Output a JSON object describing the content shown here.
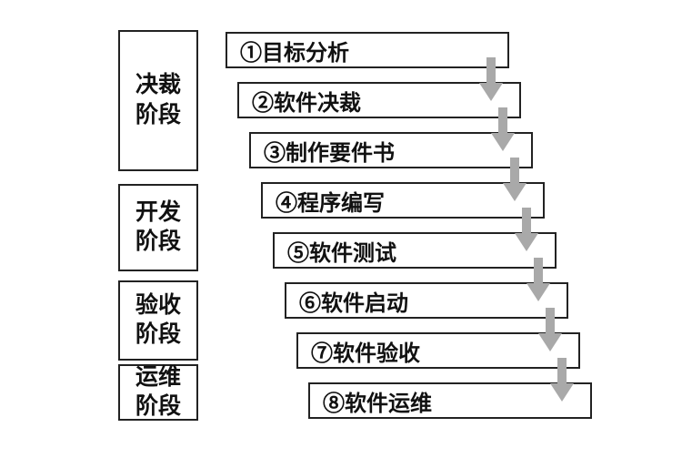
{
  "diagram": {
    "title": "software-lifecycle-cascade",
    "phases": [
      {
        "label": "决裁\n阶段"
      },
      {
        "label": "开发\n阶段"
      },
      {
        "label": "验收\n阶段"
      },
      {
        "label": "运维\n阶段"
      }
    ],
    "steps": [
      {
        "label": "①目标分析"
      },
      {
        "label": "②软件决裁"
      },
      {
        "label": "③制作要件书"
      },
      {
        "label": "④程序编写"
      },
      {
        "label": "⑤软件测试"
      },
      {
        "label": "⑥软件启动"
      },
      {
        "label": "⑦软件验收"
      },
      {
        "label": "⑧软件运维"
      }
    ],
    "colors": {
      "arrow": "#a9a9a9",
      "border": "#222222",
      "background": "#ffffff"
    }
  }
}
